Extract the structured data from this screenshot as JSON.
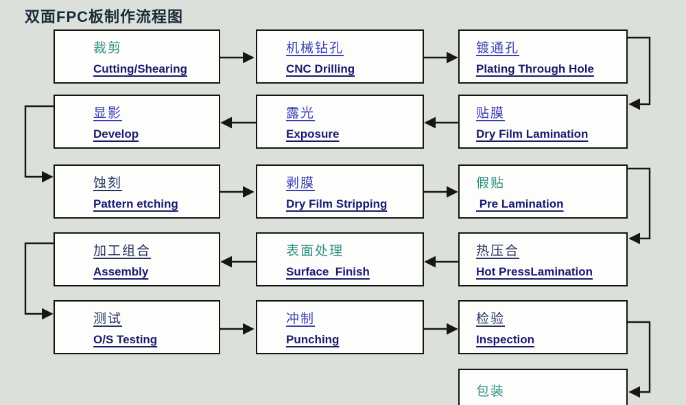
{
  "title": "双面FPC板制作流程图",
  "colors": {
    "background": "#dbe1da",
    "box_fill": "#fdfdfc",
    "box_border": "#141414",
    "connector": "#161616",
    "title_text": "#1b2a3a",
    "english_text": "#1a1a6e",
    "chinese_blue": "#3c3cb4",
    "chinese_navy": "#273561",
    "chinese_green": "#2e9180"
  },
  "nodes": [
    {
      "zh": "裁剪",
      "en": "Cutting/Shearing",
      "zh_style": "green"
    },
    {
      "zh": "机械钻孔",
      "en": "CNC Drilling",
      "zh_style": "blue"
    },
    {
      "zh": "镀通孔",
      "en": "Plating Through Hole",
      "zh_style": "blue"
    },
    {
      "zh": "显影",
      "en": "Develop",
      "zh_style": "blue"
    },
    {
      "zh": "露光",
      "en": "Exposure",
      "zh_style": "blue"
    },
    {
      "zh": "贴膜",
      "en": "Dry Film Lamination",
      "zh_style": "blue"
    },
    {
      "zh": "蚀刻",
      "en": "Pattern etching",
      "zh_style": "navy"
    },
    {
      "zh": "剥膜",
      "en": "Dry Film Stripping",
      "zh_style": "blue"
    },
    {
      "zh": "假贴",
      "en": " Pre Lamination",
      "zh_style": "green"
    },
    {
      "zh": "加工组合",
      "en": "Assembly",
      "zh_style": "navy"
    },
    {
      "zh": "表面处理",
      "en": "Surface  Finish",
      "zh_style": "green"
    },
    {
      "zh": "热压合",
      "en": "Hot PressLamination",
      "zh_style": "navy"
    },
    {
      "zh": "测试",
      "en": "O/S Testing",
      "zh_style": "navy"
    },
    {
      "zh": "冲制",
      "en": "Punching",
      "zh_style": "blue"
    },
    {
      "zh": "检验",
      "en": "Inspection",
      "zh_style": "navy"
    },
    {
      "zh": "包装",
      "en": "",
      "zh_style": "green"
    }
  ]
}
